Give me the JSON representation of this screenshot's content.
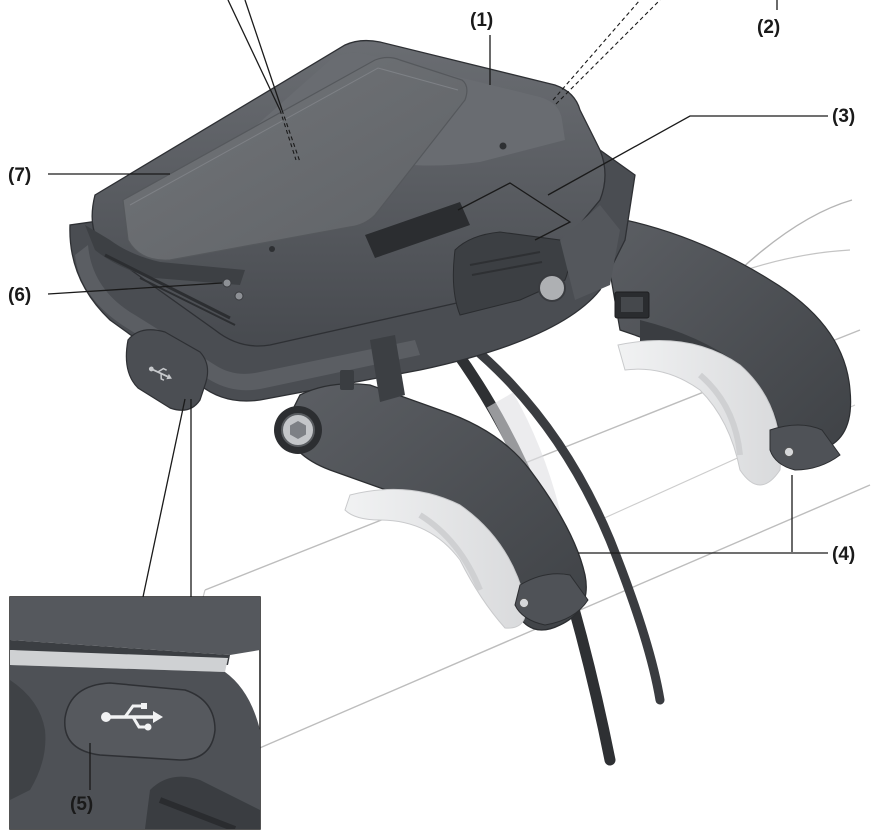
{
  "callouts": {
    "c1": "(1)",
    "c2": "(2)",
    "c3": "(3)",
    "c4": "(4)",
    "c5": "(5)",
    "c6": "(6)",
    "c7": "(7)"
  },
  "colors": {
    "body_dark": "#4a4d52",
    "body_mid": "#5e6166",
    "body_light": "#76797e",
    "screen": "#6b6e72",
    "rubber": "#e8e9ea",
    "handlebar_outline": "#b8b8b8",
    "cable": "#2e3033",
    "line": "#1a1a1a"
  },
  "icons": {
    "usb": "usb-icon",
    "screw": "screw-icon"
  }
}
